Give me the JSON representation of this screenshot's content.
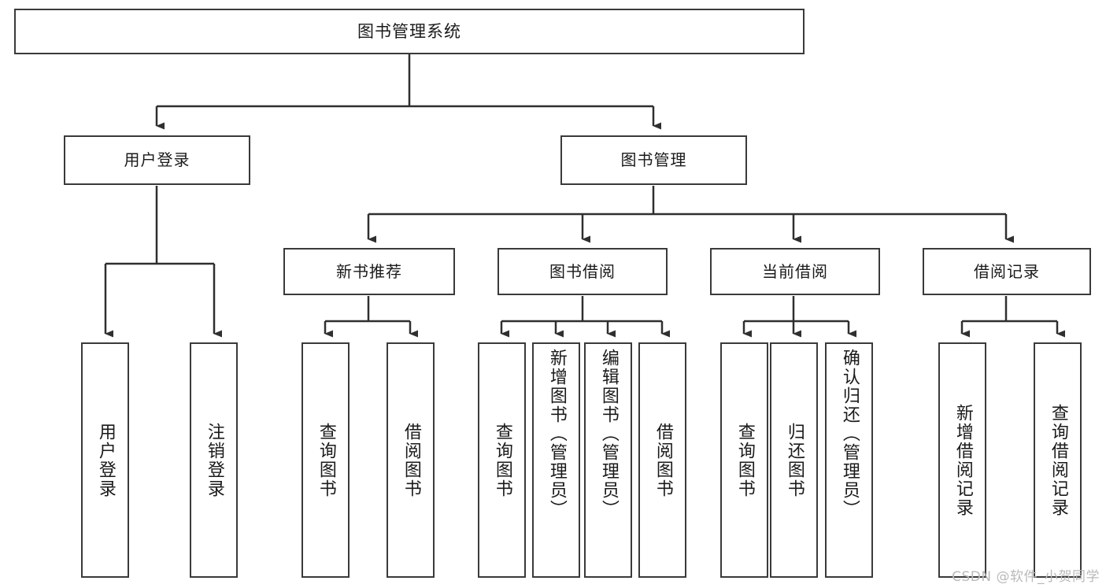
{
  "diagram": {
    "title": "图书管理系统",
    "type": "hierarchy-tree",
    "root": {
      "label": "图书管理系统"
    },
    "level1": [
      {
        "label": "用户登录"
      },
      {
        "label": "图书管理"
      }
    ],
    "level2": [
      {
        "label": "新书推荐",
        "parent": "图书管理"
      },
      {
        "label": "图书借阅",
        "parent": "图书管理"
      },
      {
        "label": "当前借阅",
        "parent": "图书管理"
      },
      {
        "label": "借阅记录",
        "parent": "图书管理"
      }
    ],
    "leaves": {
      "user_login": [
        {
          "label": "用户登录"
        },
        {
          "label": "注销登录"
        }
      ],
      "new_book_recommend": [
        {
          "label": "查询图书"
        },
        {
          "label": "借阅图书"
        }
      ],
      "book_borrow": [
        {
          "label": "查询图书"
        },
        {
          "label": "新增图书（管理员）"
        },
        {
          "label": "编辑图书（管理员）"
        },
        {
          "label": "借阅图书"
        }
      ],
      "current_borrow": [
        {
          "label": "查询图书"
        },
        {
          "label": "归还图书"
        },
        {
          "label": "确认归还（管理员）"
        }
      ],
      "borrow_record": [
        {
          "label": "新增借阅记录"
        },
        {
          "label": "查询借阅记录"
        }
      ]
    }
  },
  "watermark": {
    "text": "CSDN @软件_小贺同学"
  },
  "colors": {
    "stroke": "#3a3a3a",
    "text": "#1a1a1a",
    "background": "#ffffff",
    "watermark": "#b9b9b9"
  }
}
